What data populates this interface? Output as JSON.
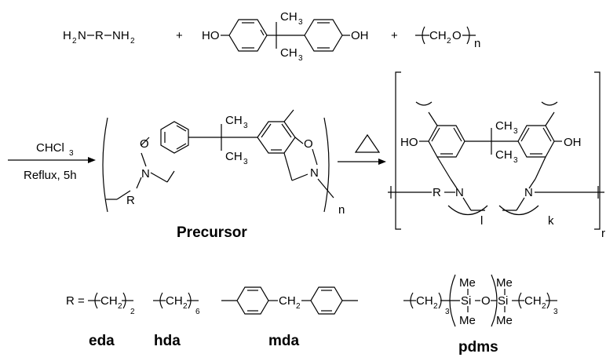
{
  "reactants": {
    "diamine": "H2N–R–NH2",
    "diamine_parts": [
      "H",
      "2",
      "N",
      "R",
      "NH",
      "2"
    ],
    "plus": "+",
    "bisphenol_ho_left": "HO",
    "bisphenol_oh_right": "OH",
    "ch3": "CH",
    "three": "3",
    "paraform": "CH2O",
    "paraform_parts": [
      "CH",
      "2",
      "O"
    ],
    "n": "n"
  },
  "step1": {
    "solvent": "CHCl",
    "solvent_sub": "3",
    "conditions": "Reflux, 5h"
  },
  "precursor": {
    "atom_o": "O",
    "atom_n": "N",
    "atom_r": "R",
    "ch3": "CH",
    "three": "3",
    "n": "n",
    "label": "Precursor"
  },
  "step2": {
    "condition": "heat (triangle)"
  },
  "polymer": {
    "ho": "HO",
    "oh": "OH",
    "ch3": "CH",
    "three": "3",
    "r": "R",
    "n": "N",
    "l": "l",
    "k": "k",
    "sub_r": "r"
  },
  "r_groups": {
    "prefix": "R =",
    "eda": {
      "unit": "CH",
      "sub": "2",
      "count": "2",
      "label": "eda"
    },
    "hda": {
      "unit": "CH",
      "sub": "2",
      "count": "6",
      "label": "hda"
    },
    "mda": {
      "linker": "CH",
      "sub": "2",
      "label": "mda"
    },
    "pdms": {
      "unit": "CH",
      "sub": "2",
      "count": "3",
      "si": "Si",
      "o": "O",
      "me": "Me",
      "label": "pdms"
    }
  }
}
